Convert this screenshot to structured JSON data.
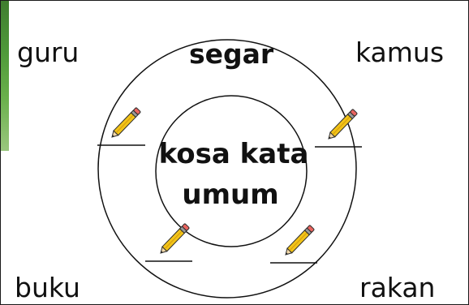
{
  "corners": {
    "top_left": "guru",
    "top_right": "kamus",
    "bottom_left": "buku",
    "bottom_right": "rakan"
  },
  "outer_ring_word": "segar",
  "center": {
    "line1": "kosa kata",
    "line2": "umum"
  },
  "colors": {
    "pencil_body": "#f2c318",
    "pencil_stripe": "#2b2b2b",
    "pencil_eraser": "#e9645f",
    "edge_green": "#4f9a3a"
  },
  "icons": [
    "pencil-icon"
  ]
}
